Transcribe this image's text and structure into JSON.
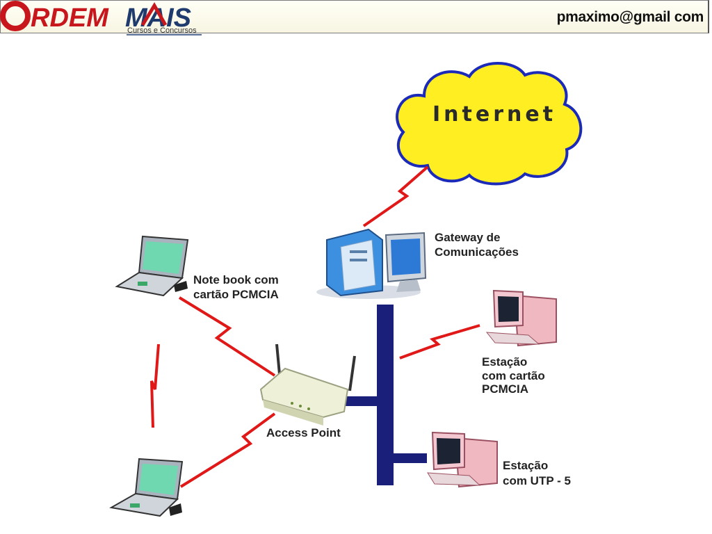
{
  "header": {
    "brand_primary": "ORDEM MAIS",
    "brand_sub": "Cursos e Concursos",
    "email": "pmaximo@gmail com"
  },
  "diagram": {
    "cloud_label": "Internet",
    "gateway_label": [
      "Gateway de",
      "Comunicações"
    ],
    "notebook_label": [
      "Note book com",
      "cartão PCMCIA"
    ],
    "access_point_label": "Access Point",
    "station1_label": [
      "Estação",
      "com cartão",
      "PCMCIA"
    ],
    "station2_label": [
      "Estação",
      "com UTP - 5"
    ]
  },
  "colors": {
    "cloud_fill": "#ffee22",
    "cloud_stroke": "#1b2ab8",
    "backbone": "#1a1f7a",
    "wireless": "#e01818",
    "brand_red": "#c8161d",
    "brand_navy": "#1f3b6e"
  }
}
